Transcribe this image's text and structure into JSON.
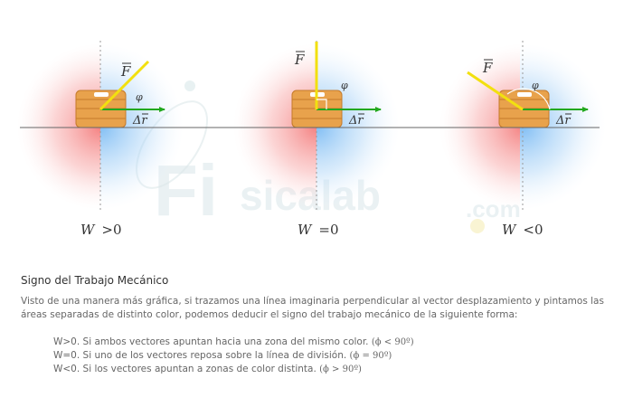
{
  "watermark": {
    "big": "Fi",
    "mid": "sicalab",
    "small": ".com"
  },
  "labels": {
    "force": "F",
    "angle": "φ",
    "displacement": "Δr",
    "w_symbol": "W"
  },
  "panels": [
    {
      "id": "positive",
      "relation": ">",
      "value": "0",
      "force_angle_deg": 45
    },
    {
      "id": "zero",
      "relation": "=",
      "value": "0",
      "force_angle_deg": 90
    },
    {
      "id": "negative",
      "relation": "<",
      "value": "0",
      "force_angle_deg": 145
    }
  ],
  "caption": {
    "title": "Signo del Trabajo Mecánico",
    "paragraph": "Visto de una manera más gráfica, si trazamos una línea imaginaria perpendicular al vector desplazamiento y pintamos las áreas separadas de distinto color, podemos deducir el signo del trabajo mecánico de la siguiente forma:",
    "rules": [
      {
        "text": "W>0. Si ambos vectores apuntan hacia una zona del mismo color.",
        "cond": "(ϕ < 90º)"
      },
      {
        "text": "W=0. Si uno de los vectores reposa sobre la línea de división.",
        "cond": "(ϕ = 90º)"
      },
      {
        "text": "W<0. Si los vectores apuntan a zonas de color distinta.",
        "cond": "(ϕ > 90º)"
      }
    ]
  },
  "colors": {
    "warm_zone": "#f06a6a",
    "cold_zone": "#5aaaf0",
    "force_vector": "#f2e00f",
    "displacement_vector": "#22a81e",
    "crate": "#e8a24c",
    "ground": "#666666"
  }
}
